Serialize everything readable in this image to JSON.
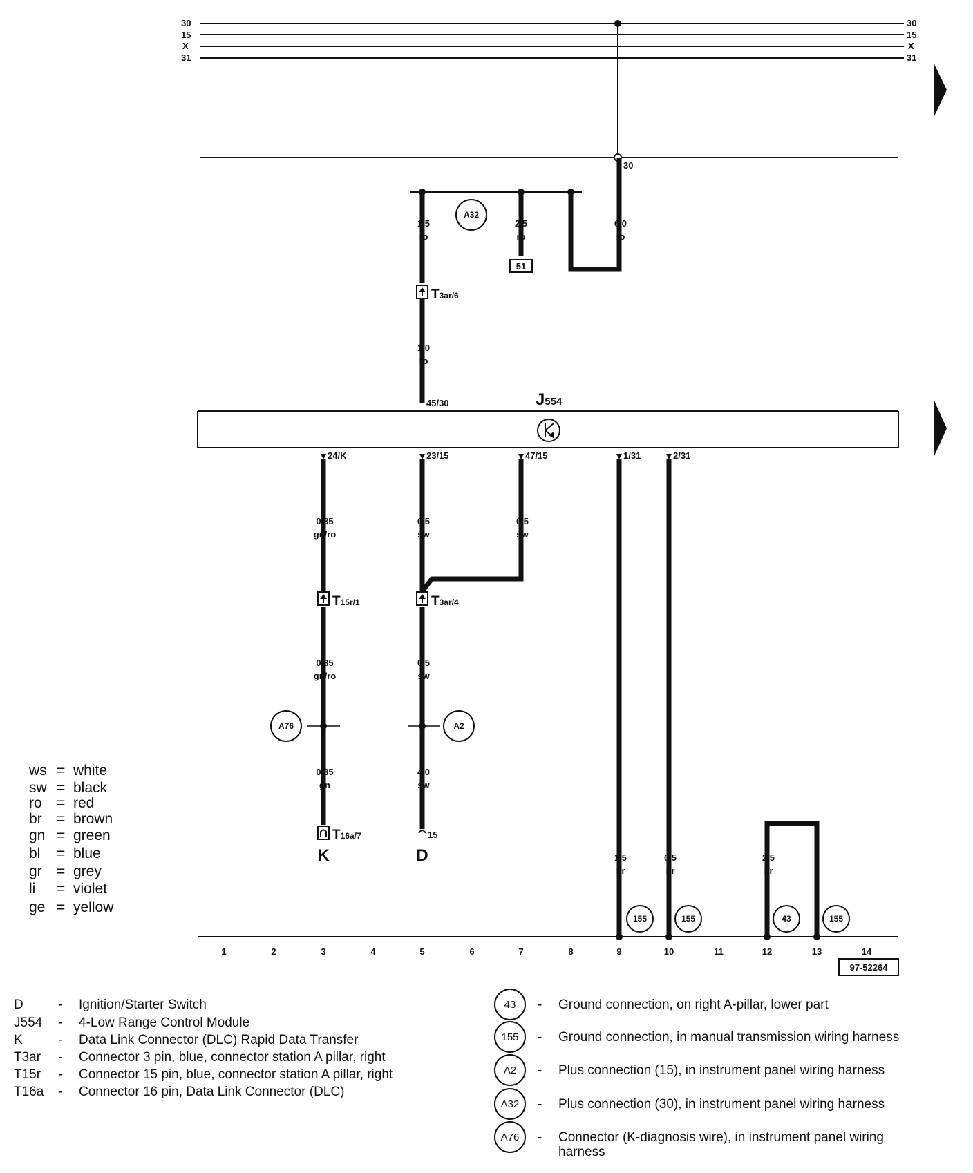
{
  "bus_lines": [
    "30",
    "15",
    "X",
    "31"
  ],
  "module": {
    "id_main": "J",
    "id_sub": "554"
  },
  "pins": {
    "in_45_30": "45/30",
    "out_24_K": "24/K",
    "out_23_15": "23/15",
    "out_47_15": "47/15",
    "out_1_31": "1/31",
    "out_2_31": "2/31",
    "upper_30": "30",
    "bottom_15": "15"
  },
  "wires": {
    "w_a32_left": {
      "size": "1,5",
      "color": "ro"
    },
    "w_51": {
      "size": "2,5",
      "color": "ro"
    },
    "w_60": {
      "size": "6,0",
      "color": "ro"
    },
    "w_10": {
      "size": "1,0",
      "color": "ro"
    },
    "w_k1": {
      "size": "0,35",
      "color": "gn/ro"
    },
    "w_d1": {
      "size": "0,5",
      "color": "sw"
    },
    "w_47": {
      "size": "0,5",
      "color": "sw"
    },
    "w_k2": {
      "size": "0,35",
      "color": "gn/ro"
    },
    "w_d2": {
      "size": "0,5",
      "color": "sw"
    },
    "w_k3": {
      "size": "0,35",
      "color": "gn"
    },
    "w_d3": {
      "size": "4,0",
      "color": "sw"
    },
    "w_g1": {
      "size": "1,5",
      "color": "br"
    },
    "w_g2": {
      "size": "0,5",
      "color": "br"
    },
    "w_g3": {
      "size": "2,5",
      "color": "br"
    }
  },
  "circles": {
    "a32": "A32",
    "a76": "A76",
    "a2": "A2",
    "g155a": "155",
    "g155b": "155",
    "g43": "43",
    "g155c": "155"
  },
  "connectors": {
    "t3ar6": {
      "main": "T",
      "sub": "3ar/6"
    },
    "t15r1": {
      "main": "T",
      "sub": "15r/1"
    },
    "t3ar4": {
      "main": "T",
      "sub": "3ar/4"
    },
    "t16a7": {
      "main": "T",
      "sub": "16a/7"
    }
  },
  "box_51": "51",
  "endpoint_K": "K",
  "endpoint_D": "D",
  "columns": [
    "1",
    "2",
    "3",
    "4",
    "5",
    "6",
    "7",
    "8",
    "9",
    "10",
    "11",
    "12",
    "13",
    "14"
  ],
  "ref_number": "97-52264",
  "color_legend": [
    {
      "code": "ws",
      "name": "white"
    },
    {
      "code": "sw",
      "name": "black"
    },
    {
      "code": "ro",
      "name": "red"
    },
    {
      "code": "br",
      "name": "brown"
    },
    {
      "code": "gn",
      "name": "green"
    },
    {
      "code": "bl",
      "name": "blue"
    },
    {
      "code": "gr",
      "name": "grey"
    },
    {
      "code": "li",
      "name": "violet"
    },
    {
      "code": "ge",
      "name": "yellow"
    }
  ],
  "legend_eq": "=",
  "legend_dash": "-",
  "components": [
    {
      "code": "D",
      "desc": "Ignition/Starter Switch"
    },
    {
      "code": "J554",
      "desc": "4-Low Range Control Module"
    },
    {
      "code": "K",
      "desc": "Data Link Connector (DLC) Rapid Data Transfer"
    },
    {
      "code": "T3ar",
      "desc": "Connector 3 pin, blue, connector station A pillar, right"
    },
    {
      "code": "T15r",
      "desc": "Connector 15 pin, blue, connector station A pillar, right"
    },
    {
      "code": "T16a",
      "desc": "Connector 16 pin, Data Link Connector (DLC)"
    }
  ],
  "circle_legend": [
    {
      "code": "43",
      "desc": "Ground connection, on right A-pillar, lower part"
    },
    {
      "code": "155",
      "desc": "Ground connection, in manual transmission wiring harness"
    },
    {
      "code": "A2",
      "desc": "Plus connection (15), in instrument panel wiring harness"
    },
    {
      "code": "A32",
      "desc": "Plus connection (30), in instrument panel wiring harness"
    },
    {
      "code": "A76",
      "desc": "Connector (K-diagnosis wire), in instrument panel wiring",
      "desc2": "harness"
    }
  ]
}
